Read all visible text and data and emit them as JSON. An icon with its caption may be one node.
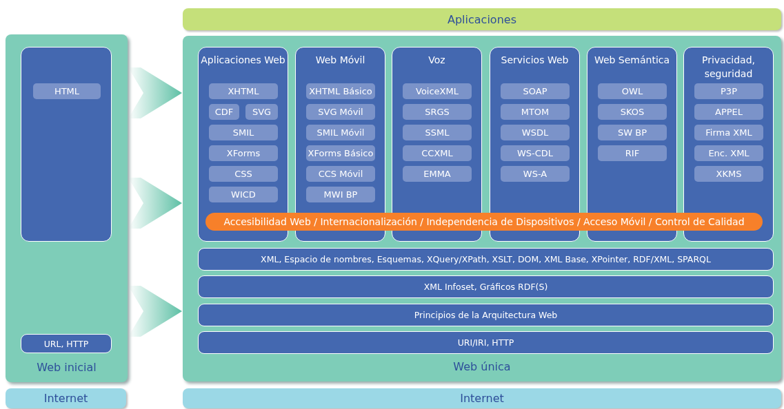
{
  "diagram": {
    "nodes": [
      {
        "text": [
          "Web inicial"
        ]
      },
      {
        "text": [],
        "shape": "box",
        "in": 0
      },
      {
        "text": [
          "HTML"
        ],
        "in": 1
      },
      {
        "text": [
          "URL, HTTP"
        ],
        "in": 0
      },
      {
        "text": [
          "Aplicaciones"
        ]
      },
      {
        "text": [
          "Web única"
        ]
      },
      {
        "text": [
          "Aplicaciones Web"
        ],
        "in": 5
      },
      {
        "text": [
          "XHTML"
        ],
        "in": 6
      },
      {
        "text": [
          "CDF"
        ],
        "in": 6
      },
      {
        "text": [
          "SVG"
        ],
        "in": 6
      },
      {
        "text": [
          "SMIL"
        ],
        "in": 6
      },
      {
        "text": [
          "XForms"
        ],
        "in": 6
      },
      {
        "text": [
          "CSS"
        ],
        "in": 6
      },
      {
        "text": [
          "WICD"
        ],
        "in": 6
      },
      {
        "text": [
          "Web Móvil"
        ],
        "in": 5
      },
      {
        "text": [
          "XHTML Básico"
        ],
        "in": 14
      },
      {
        "text": [
          "SVG Móvil"
        ],
        "in": 14
      },
      {
        "text": [
          "SMIL Móvil"
        ],
        "in": 14
      },
      {
        "text": [
          "XForms Básico"
        ],
        "in": 14
      },
      {
        "text": [
          "CCS Móvil"
        ],
        "in": 14
      },
      {
        "text": [
          "MWI BP"
        ],
        "in": 14
      },
      {
        "text": [
          "Voz"
        ],
        "in": 5
      },
      {
        "text": [
          "VoiceXML"
        ],
        "in": 21
      },
      {
        "text": [
          "SRGS"
        ],
        "in": 21
      },
      {
        "text": [
          "SSML"
        ],
        "in": 21
      },
      {
        "text": [
          "CCXML"
        ],
        "in": 21
      },
      {
        "text": [
          "EMMA"
        ],
        "in": 21
      },
      {
        "text": [
          "Servicios Web"
        ],
        "in": 5
      },
      {
        "text": [
          "SOAP"
        ],
        "in": 27
      },
      {
        "text": [
          "MTOM"
        ],
        "in": 27
      },
      {
        "text": [
          "WSDL"
        ],
        "in": 27
      },
      {
        "text": [
          "WS-CDL"
        ],
        "in": 27
      },
      {
        "text": [
          "WS-A"
        ],
        "in": 27
      },
      {
        "text": [
          "Web Semántica"
        ],
        "in": 5
      },
      {
        "text": [
          "OWL"
        ],
        "in": 33
      },
      {
        "text": [
          "SKOS"
        ],
        "in": 33
      },
      {
        "text": [
          "SW BP"
        ],
        "in": 33
      },
      {
        "text": [
          "RIF"
        ],
        "in": 33
      },
      {
        "text": [
          "Privacidad, seguridad"
        ],
        "in": 5
      },
      {
        "text": [
          "P3P"
        ],
        "in": 38
      },
      {
        "text": [
          "APPEL"
        ],
        "in": 38
      },
      {
        "text": [
          "Firma XML"
        ],
        "in": 38
      },
      {
        "text": [
          "Enc. XML"
        ],
        "in": 38
      },
      {
        "text": [
          "XKMS"
        ],
        "in": 38
      },
      {
        "text": [
          "Accesibilidad Web / Internacionalización / Independencia de Dispositivos / Acceso Móvil / Control de Calidad"
        ],
        "in": 5
      },
      {
        "text": [
          "XML, Espacio de nombres, Esquemas, XQuery/XPath, XSLT, DOM, XML Base, XPointer, RDF/XML, SPARQL"
        ],
        "in": 5
      },
      {
        "text": [
          "XML Infoset,  Gráficos RDF(S)"
        ],
        "in": 5
      },
      {
        "text": [
          "Principios de la Arquitectura Web"
        ],
        "in": 5
      },
      {
        "text": [
          "URI/IRI, HTTP"
        ],
        "in": 5
      },
      {
        "text": [
          "Internet"
        ]
      },
      {
        "text": [
          "Internet"
        ]
      }
    ],
    "edges": [
      {
        "from": 0,
        "to": 5,
        "arrow": "to"
      },
      {
        "from": 0,
        "to": 5,
        "arrow": "to"
      },
      {
        "from": 0,
        "to": 5,
        "arrow": "to"
      }
    ]
  }
}
